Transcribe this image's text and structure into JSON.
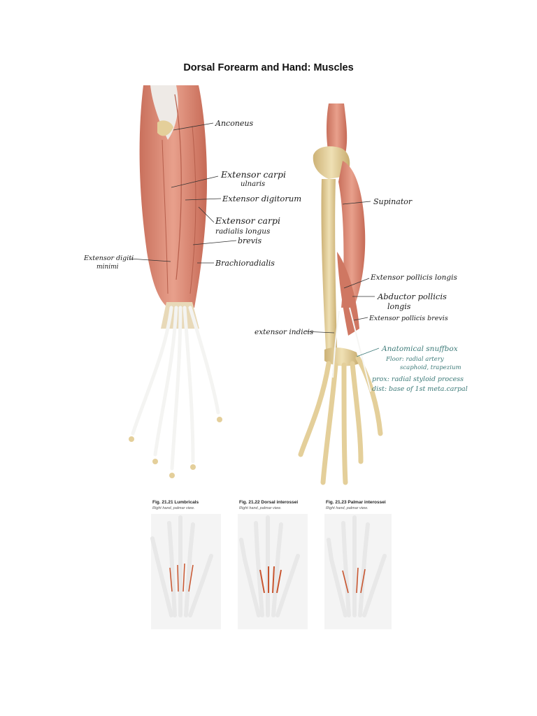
{
  "title": "Dorsal Forearm and Hand:  Muscles",
  "labels": {
    "anconeus": "Anconeus",
    "ecu_1": "Extensor carpi",
    "ecu_2": "ulnaris",
    "ed": "Extensor digitorum",
    "ecrl_1": "Extensor carpi",
    "ecrl_2": "radialis longus",
    "ecrb": "brevis",
    "edm_1": "Extensor digiti",
    "edm_2": "minimi",
    "brachioradialis": "Brachioradialis",
    "supinator": "Supinator",
    "epl": "Extensor pollicis longis",
    "apl_1": "Abductor pollicis",
    "apl_2": "longis",
    "epb": "Extensor pollicis brevis",
    "ei": "extensor indicis"
  },
  "snuffbox": {
    "title": "Anatomical snuffbox",
    "floor_1": "Floor: radial artery",
    "floor_2": "scaphoid, trapezium",
    "prox": "prox: radial styloid process",
    "dist": "dist: base of 1st meta.carpal"
  },
  "figures": [
    {
      "title": "Fig. 21.21  Lumbricals",
      "subtitle": "Right hand, palmar view."
    },
    {
      "title": "Fig. 21.22  Dorsal interossei",
      "subtitle": "Right hand, palmar view."
    },
    {
      "title": "Fig. 21.23  Palmar interossei",
      "subtitle": "Right hand, palmar view."
    }
  ],
  "colors": {
    "muscle": "#d9806a",
    "bone": "#e4cf9a",
    "tendon": "#f1f1ef",
    "annotation": "#3c7a78"
  }
}
